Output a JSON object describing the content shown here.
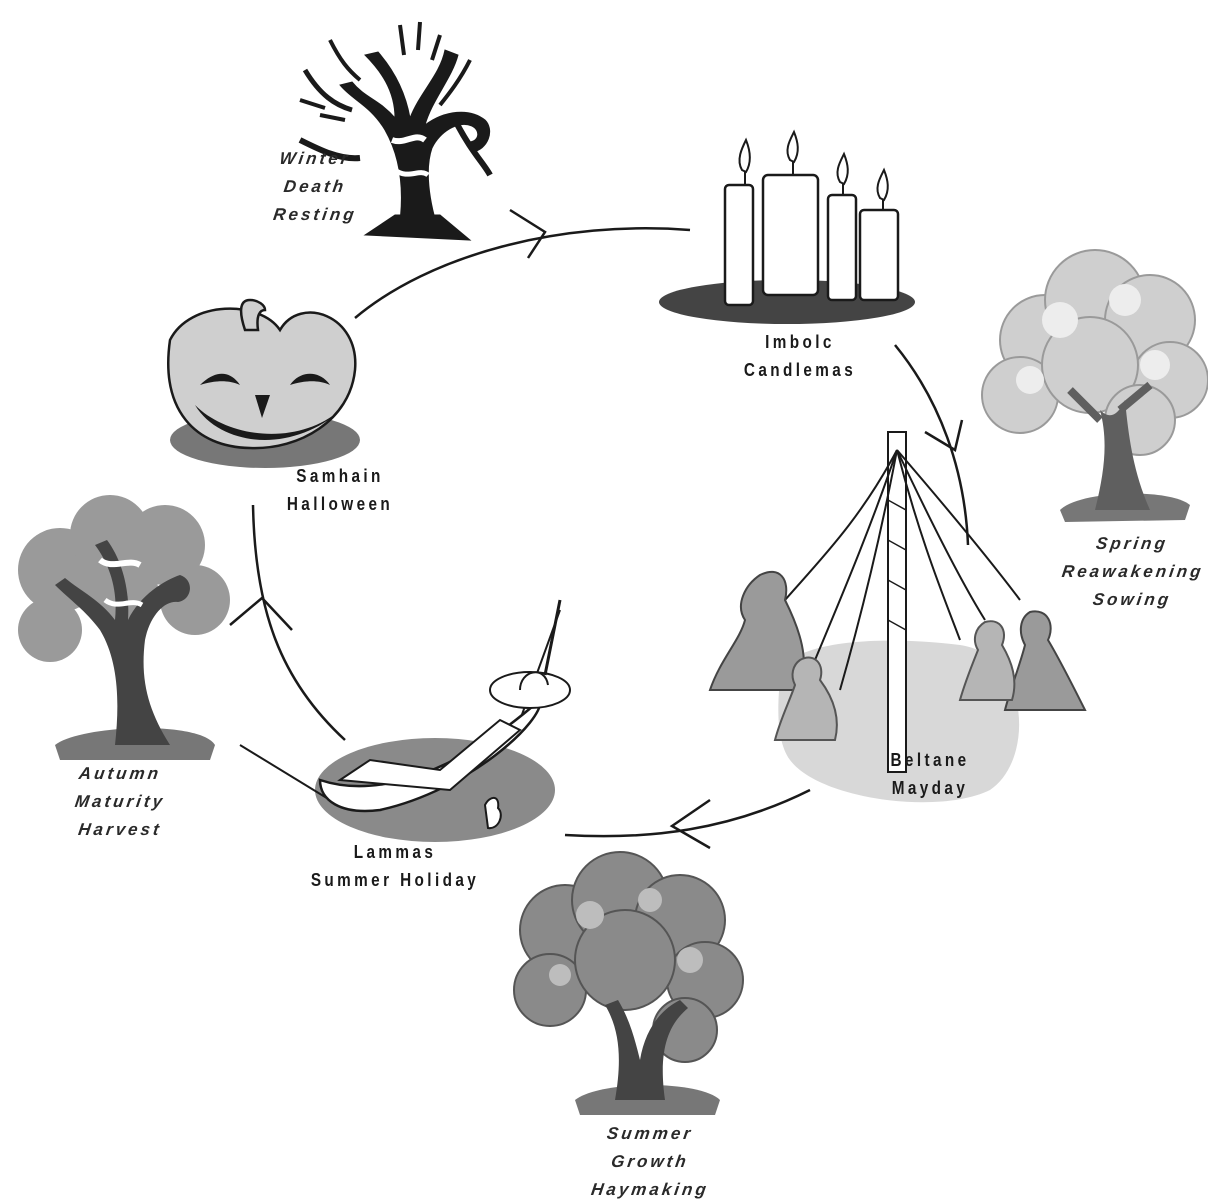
{
  "festivals": {
    "imbolc": {
      "line1": "Imbolc",
      "line2": "Candlemas"
    },
    "beltane": {
      "line1": "Beltane",
      "line2": "Mayday"
    },
    "lammas": {
      "line1": "Lammas",
      "line2": "Summer Holiday"
    },
    "samhain": {
      "line1": "Samhain",
      "line2": "Halloween"
    }
  },
  "seasons": {
    "winter": {
      "line1": "Winter",
      "line2": "Death",
      "line3": "Resting"
    },
    "spring": {
      "line1": "Spring",
      "line2": "Reawakening",
      "line3": "Sowing"
    },
    "summer": {
      "line1": "Summer",
      "line2": "Growth",
      "line3": "Haymaking"
    },
    "autumn": {
      "line1": "Autumn",
      "line2": "Maturity",
      "line3": "Harvest"
    }
  },
  "colors": {
    "ink": "#1a1a1a",
    "dark_gray": "#555555",
    "mid_gray": "#8a8a8a",
    "light_gray": "#c4c4c4",
    "pale_gray": "#dcdcdc"
  }
}
